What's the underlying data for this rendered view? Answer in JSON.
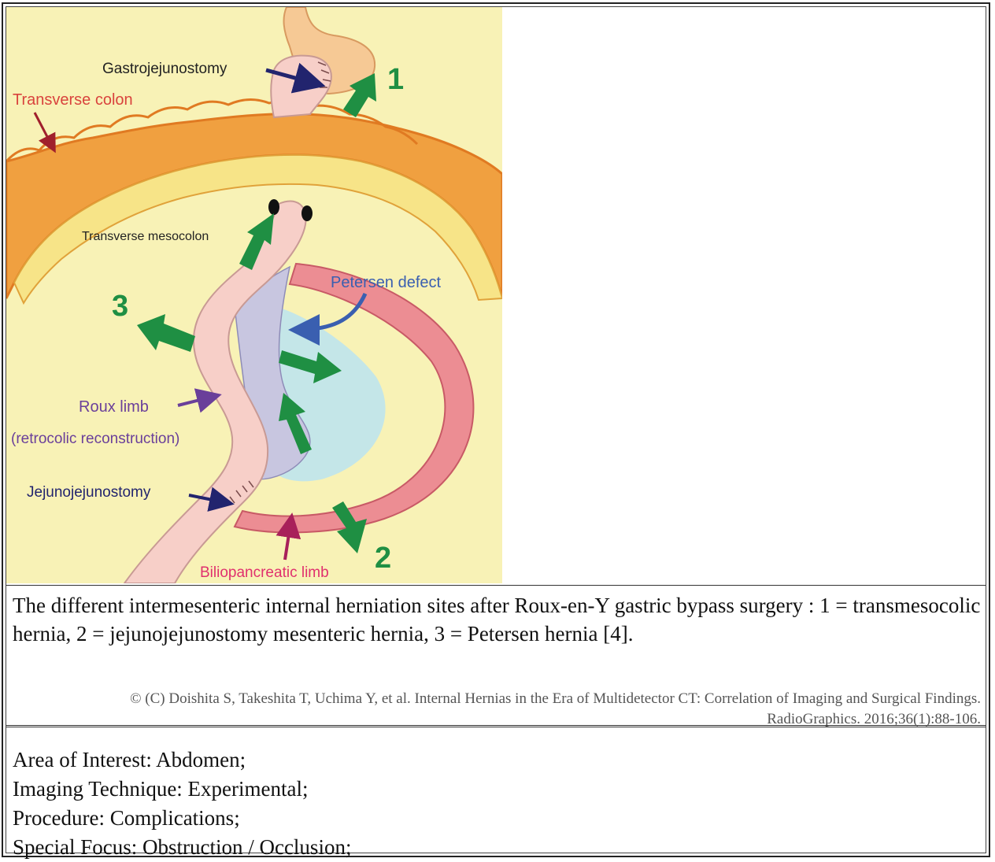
{
  "figure": {
    "labels": {
      "gastrojejunostomy": "Gastrojejunostomy",
      "transverse_colon": "Transverse colon",
      "transverse_mesocolon": "Transverse mesocolon",
      "petersen_defect": "Petersen defect",
      "roux_limb": "Roux limb",
      "retrocolic": "(retrocolic reconstruction)",
      "jejunojejunostomy": "Jejunojejunostomy",
      "biliopancreatic_limb": "Biliopancreatic limb",
      "site_1": "1",
      "site_2": "2",
      "site_3": "3"
    },
    "colors": {
      "background": "#f8f2b6",
      "colon": "#f0a040",
      "mesocolon": "#f7e488",
      "roux_limb": "#f7cfc8",
      "biliopancreatic_limb": "#ec8d93",
      "petersen_space": "#c4e6e8",
      "mesentery": "#c8c6e0",
      "arrow_green": "#1f8f43",
      "arrow_navy": "#22246e",
      "arrow_blue": "#3a5fb0",
      "arrow_purple": "#6a3f9a",
      "arrow_red": "#a0202c",
      "arrow_magenta": "#a8205a",
      "label_red": "#d9433d",
      "label_blue": "#3a5fb0",
      "label_purple": "#6a3f9a",
      "label_magenta": "#e0306e"
    }
  },
  "caption": "The different intermesenteric internal herniation sites after Roux-en-Y gastric bypass surgery : 1 = transmesocolic hernia, 2 = jejunojejunostomy mesenteric hernia, 3 = Petersen hernia [4].",
  "copyright": "© (C) Doishita S, Takeshita T, Uchima Y, et al. Internal Hernias in the Era of Multidetector CT: Correlation of Imaging and Surgical Findings. RadioGraphics. 2016;36(1):88-106.",
  "meta": {
    "area": "Area of Interest: Abdomen;",
    "technique": "Imaging Technique: Experimental;",
    "procedure": "Procedure: Complications;",
    "focus": "Special Focus: Obstruction / Occlusion;"
  }
}
